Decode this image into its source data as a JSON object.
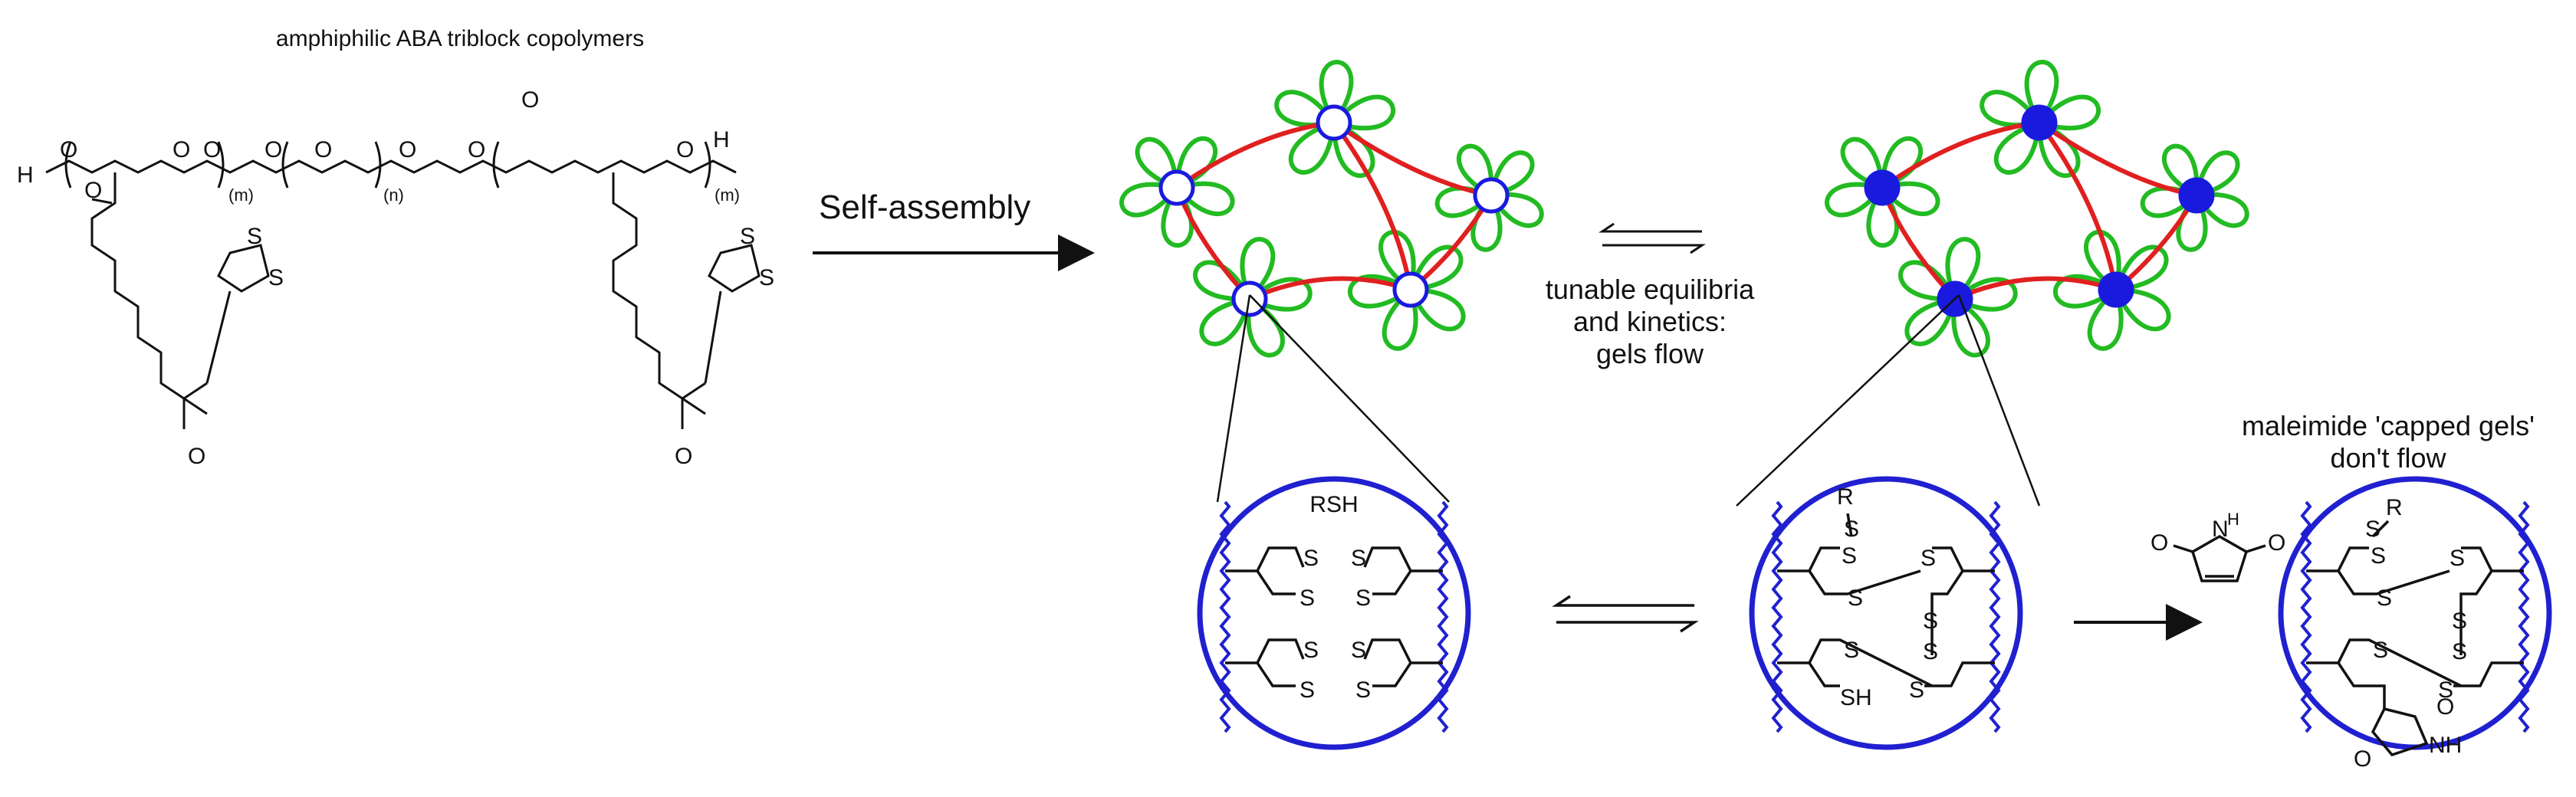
{
  "title": "amphiphilic ABA triblock copolymers",
  "copolymer": {
    "h_left": "H",
    "h_right": "H",
    "repeat_m_left": "(m)",
    "repeat_n": "(n)",
    "repeat_m_right": "(m)",
    "oxygen": "O",
    "sulfur": "S"
  },
  "arrows": {
    "self_assembly": "Self-assembly"
  },
  "equilibrium_label": [
    "tunable equilibria",
    "and kinetics:",
    "gels flow"
  ],
  "capped_label": [
    "maleimide 'capped gels'",
    "don't flow"
  ],
  "zoom_1": {
    "reagent": "RSH",
    "atom": "S"
  },
  "zoom_2": {
    "r_group": "R",
    "thiol": "SH",
    "atom": "S"
  },
  "maleimide": {
    "nh": "N",
    "h": "H",
    "o": "O"
  },
  "zoom_3": {
    "r_group": "R",
    "atom": "S",
    "nh": "NH",
    "o": "O"
  },
  "colors": {
    "micelle_corona": "#22bb22",
    "bridge": "#e02020",
    "node_ring": "#1a1adf",
    "node_fill_closed": "#1a1adf",
    "node_fill_open": "#ffffff",
    "zoom_circle": "#2020d0",
    "chain_wavy": "#2020d0",
    "ink": "#111111"
  }
}
